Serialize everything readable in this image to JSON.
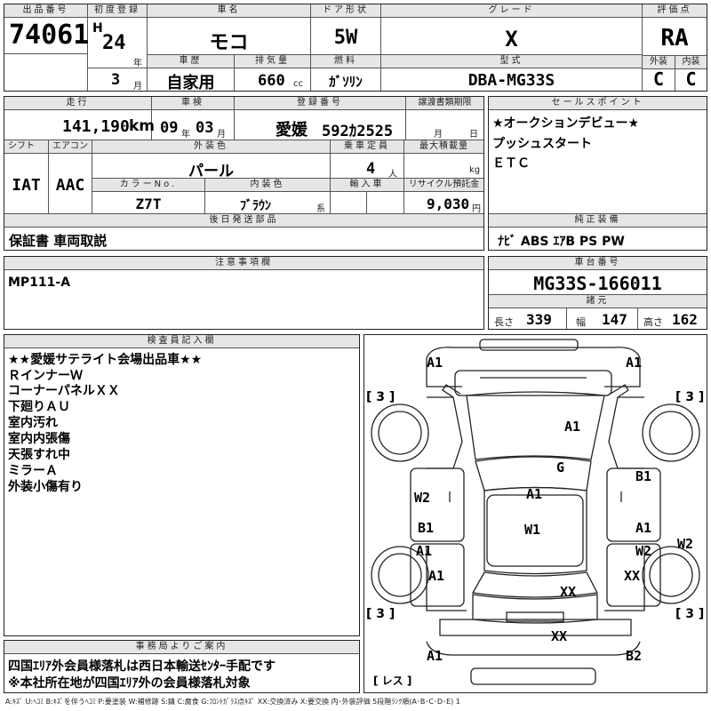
{
  "header": {
    "lot_label": "出品番号",
    "lot": "74061",
    "reg_label": "初度登録",
    "era": "H",
    "year": "24",
    "year_unit": "年",
    "month": "3",
    "month_unit": "月",
    "name_label": "車名",
    "name": "モコ",
    "door_label": "ドア形状",
    "door": "5W",
    "grade_label": "グレード",
    "grade": "X",
    "score_label": "評価点",
    "score": "RA",
    "history_label": "車歴",
    "history": "自家用",
    "cc_label": "排気量",
    "cc": "660",
    "cc_unit": "cc",
    "fuel_label": "燃料",
    "fuel": "ｶﾞｿﾘﾝ",
    "model_label": "型式",
    "model": "DBA-MG33S",
    "ext_label": "外装",
    "ext": "C",
    "int_label": "内装",
    "int": "C"
  },
  "row2": {
    "mileage_label": "走行",
    "mileage": "141,190",
    "mileage_unit": "km",
    "inspection_label": "車検",
    "insp_year": "09",
    "insp_year_unit": "年",
    "insp_month": "03",
    "insp_month_unit": "月",
    "plate_label": "登録番号",
    "plate_pref": "愛媛",
    "plate_num": "592ｶ2525",
    "deadline_label": "譲渡書類期限",
    "deadline_month": "月",
    "deadline_day": "日",
    "sales_label": "セールスポイント",
    "sales": [
      "★オークションデビュー★",
      "プッシュスタート",
      "ＥＴＣ"
    ]
  },
  "row3": {
    "shift_label": "シフト",
    "shift": "IAT",
    "ac_label": "エアコン",
    "ac": "AAC",
    "color_label": "外装色",
    "color": "パール",
    "capacity_label": "乗車定員",
    "capacity": "4",
    "capacity_unit": "人",
    "load_label": "最大積載量",
    "load_unit": "kg",
    "colorno_label": "カラーNo.",
    "colorno": "Z7T",
    "intcolor_label": "内装色",
    "intcolor": "ﾌﾞﾗｳﾝ",
    "intcolor_unit": "系",
    "import_label": "輸入車",
    "recycle_label": "リサイクル預託金",
    "recycle": "9,030",
    "recycle_unit": "円",
    "parts_label": "後日発送部品",
    "parts": "保証書 車両取説",
    "equip_label": "純正装備",
    "equip": "ﾅﾋﾞ ABS ｴｱB PS PW"
  },
  "notes": {
    "label": "注意事項欄",
    "text": "MP111-A",
    "chassis_label": "車台番号",
    "chassis": "MG33S-166011",
    "dims_label": "諸元",
    "len_label": "長さ",
    "len": "339",
    "wid_label": "幅",
    "wid": "147",
    "hgt_label": "高さ",
    "hgt": "162"
  },
  "inspector": {
    "label": "検査員記入欄",
    "lines": [
      "★★愛媛サテライト会場出品車★★",
      "ＲインナーＷ",
      "コーナーパネルＸＸ",
      "下廻りＡＵ",
      "室内汚れ",
      "室内内張傷",
      "天張すれ中",
      "ミラーＡ",
      "外装小傷有り"
    ]
  },
  "office": {
    "label": "事務局よりご案内",
    "lines": [
      "四国ｴﾘｱ外会員様落札は西日本輸送ｾﾝﾀｰ手配です",
      "※本社所在地が四国ｴﾘｱ外の会員様落札対象"
    ]
  },
  "diagram": {
    "marks": {
      "fl_top": "A1",
      "fr_top": "A1",
      "hood": "A1",
      "roof_g": "G",
      "roof_a": "A1",
      "floor": "W1",
      "left_w2": "W2",
      "right_b1": "B1",
      "left_b1": "B1",
      "left_a1": "A1",
      "right_a1": "A1",
      "right_w2": "W2",
      "far_right_w2": "W2",
      "rear_left_a1": "A1",
      "rear_right_xx": "XX",
      "rear_center_xx": "XX",
      "bumper_xx": "XX",
      "bottom_left_a1": "A1",
      "bottom_right_b2": "B2"
    },
    "tire": [
      "[ 3 ]",
      "[ 3 ]",
      "[ 3 ]",
      "[ 3 ]"
    ],
    "spare": "[ レス ]"
  },
  "legend": "A:ｷｽﾞ U:ﾍｺﾐ B:ｷｽﾞを伴うﾍｺﾐ P:要塗装 W:補修跡 S:錆 C:腐食 G:ﾌﾛﾝﾄｶﾞﾗｽ点ｷｽﾞ XX:交換済み X:要交換 内･外装評価 5段階ﾗﾝｸ順(A･B･C･D･E) 1"
}
